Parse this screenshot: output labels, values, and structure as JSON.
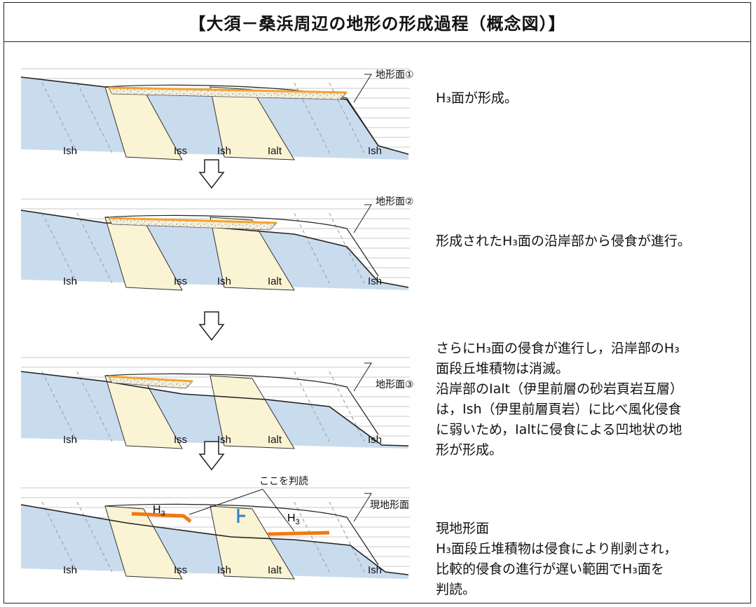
{
  "title": "【大須－桑浜周辺の地形の形成過程（概念図）】",
  "panels": [
    {
      "surface_label": "地形面①",
      "units": [
        "Ish",
        "Iss",
        "Ish",
        "Ialt",
        "Ish"
      ],
      "description": [
        "H₃面が形成。"
      ]
    },
    {
      "surface_label": "地形面②",
      "units": [
        "Ish",
        "Iss",
        "Ish",
        "Ialt",
        "Ish"
      ],
      "description": [
        "形成されたH₃面の沿岸部から侵食が進行。"
      ]
    },
    {
      "surface_label": "地形面③",
      "units": [
        "Ish",
        "Iss",
        "Ish",
        "Ialt",
        "Ish"
      ],
      "description": [
        "さらにH₃面の侵食が進行し，沿岸部のH₃",
        "面段丘堆積物は消滅。",
        "沿岸部のIalt（伊里前層の砂岩頁岩互層）",
        "は，Ish（伊里前層頁岩）に比べ風化侵食",
        "に弱いため，Ialtに侵食による凹地状の地",
        "形が形成。"
      ]
    },
    {
      "surface_label": "現地形面",
      "units": [
        "Ish",
        "Iss",
        "Ish",
        "Ialt",
        "Ish"
      ],
      "terrace_labels": [
        "H3",
        "H3"
      ],
      "callout": "ここを判読",
      "description": [
        "現地形面",
        "H₃面段丘堆積物は侵食により削剥され，",
        "比較的侵食の進行が遅い範囲でH₃面を",
        "判読。"
      ]
    }
  ],
  "colors": {
    "shale": "#c9dcee",
    "sandstone": "#faf3d4",
    "terrace": "#f0a430",
    "terrace_now": "#f07a12",
    "strike_dip": "#2f7fc7",
    "line": "#222222"
  }
}
